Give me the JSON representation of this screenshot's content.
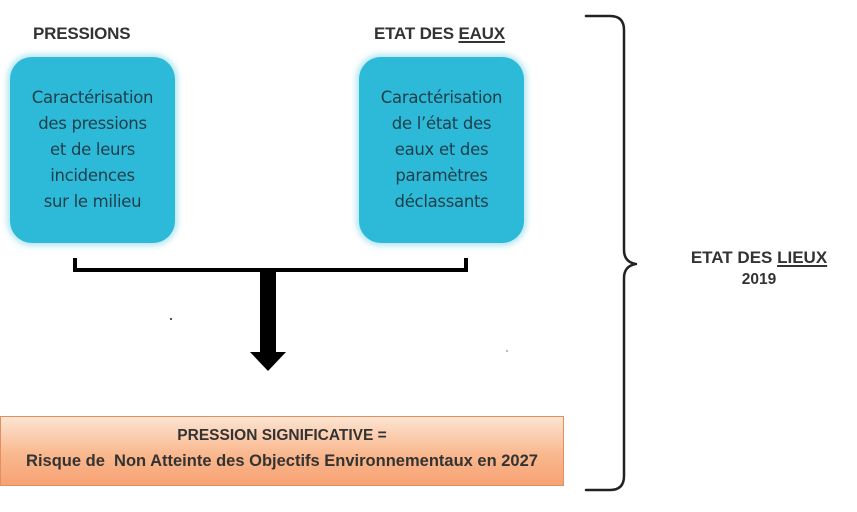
{
  "headings": {
    "pressions": "PRESSIONS",
    "etat_eaux_prefix": "ETAT DES ",
    "etat_eaux_underlined": "EAUX"
  },
  "boxes": {
    "left_lines": [
      "Caractérisation",
      "des pressions",
      "et de leurs",
      "incidences",
      "sur le milieu"
    ],
    "right_lines": [
      "Caractérisation",
      "de l’état des",
      "eaux et des",
      "paramètres",
      "déclassants"
    ]
  },
  "result": {
    "line1": "PRESSION SIGNIFICATIVE =",
    "line2": "Risque de  Non Atteinte des Objectifs Environnementaux en 2027"
  },
  "side_label": {
    "prefix": "ETAT DES ",
    "underlined": "LIEUX",
    "year": "2019"
  },
  "colors": {
    "box_fill": "#2dbad9",
    "result_fill_top": "#fce4d2",
    "result_fill_bottom": "#f7a274",
    "connector": "#000000"
  }
}
